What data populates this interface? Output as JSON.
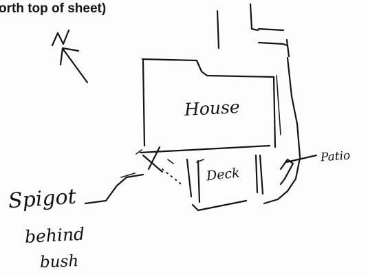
{
  "header": {
    "text": "orth top of sheet)"
  },
  "compass": {
    "letter": "N",
    "icon": "north-arrow-icon"
  },
  "labels": {
    "house": "House",
    "deck": "Deck",
    "patio": "Patio",
    "spigot": "Spigot",
    "behind": "behind",
    "bush": "bush"
  },
  "markers": {
    "spigot_mark": "x-mark-icon"
  },
  "colors": {
    "ink": "#141414",
    "paper": "#fdfdfd"
  }
}
